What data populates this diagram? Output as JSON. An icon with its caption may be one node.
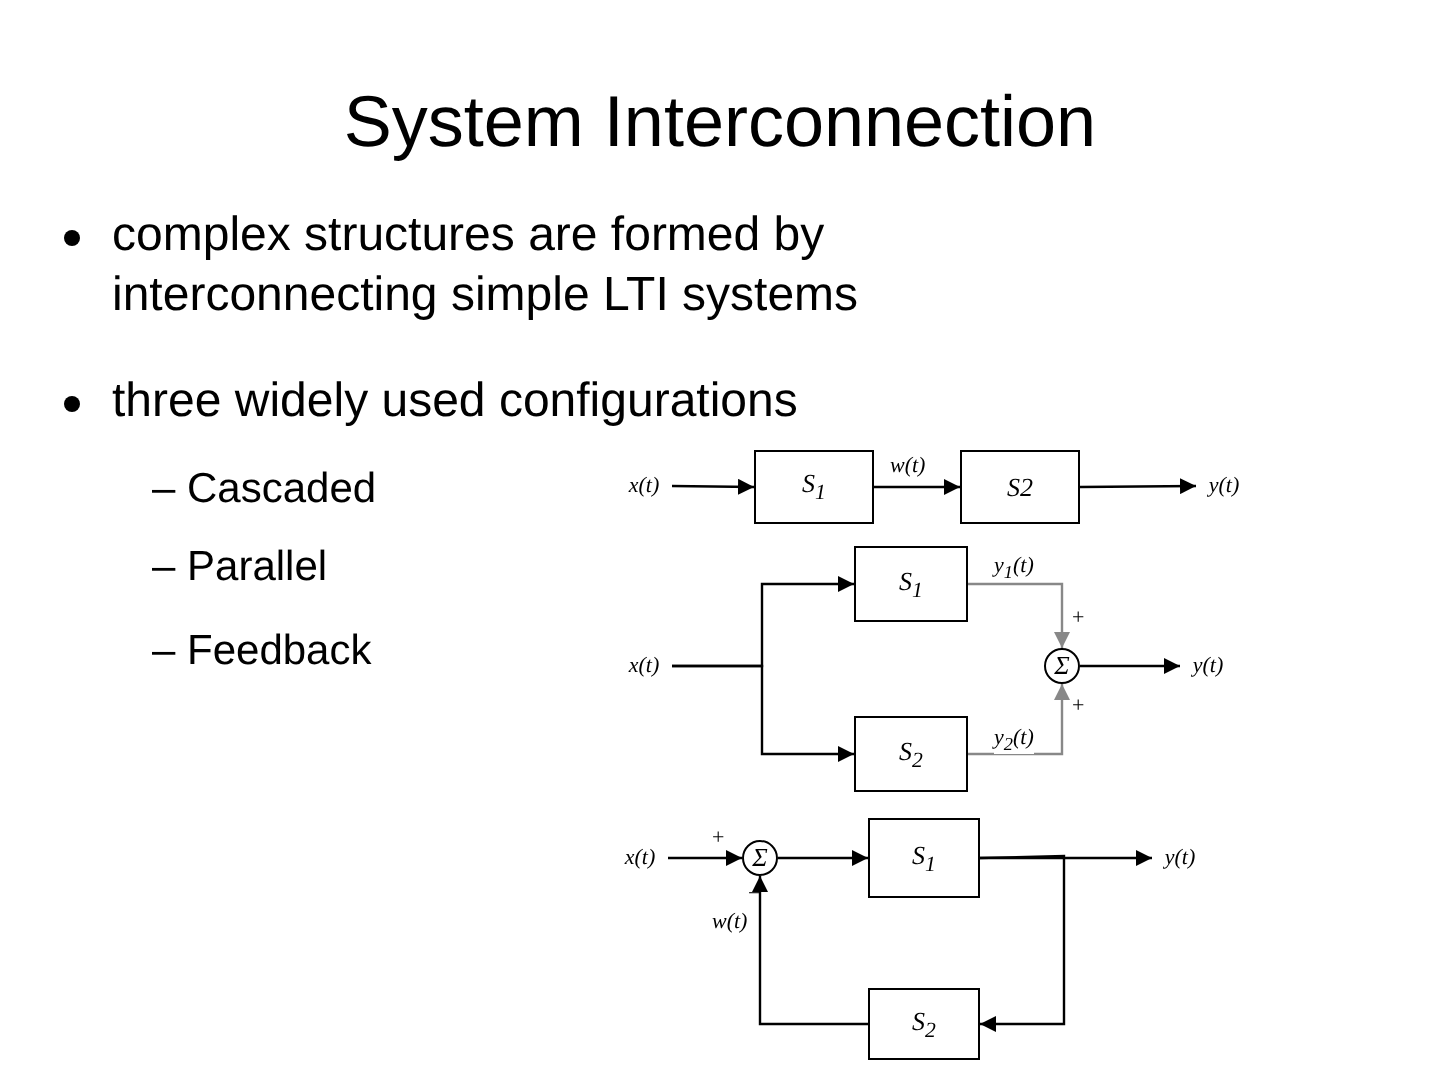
{
  "diagram": {
    "title": "System Interconnection",
    "nodes": [
      {
        "text": [
          "x(t)"
        ]
      },
      {
        "text": [
          "S$_{1}$"
        ]
      },
      {
        "text": [
          "S2"
        ]
      },
      {
        "text": [
          "y(t)"
        ]
      },
      {
        "text": [
          "x(t)"
        ]
      },
      {
        "text": [
          "S$_{1}$"
        ]
      },
      {
        "text": [
          "Σ"
        ]
      },
      {
        "text": [
          "y(t)"
        ]
      },
      {
        "text": [
          "S$_{2}$"
        ]
      },
      {
        "text": [
          "x(t)"
        ]
      },
      {
        "text": [
          "Σ"
        ]
      },
      {
        "text": [
          "S$_{1}$"
        ]
      },
      {
        "text": [
          "y(t)"
        ]
      },
      {
        "text": [
          "S$_{2}$"
        ]
      }
    ],
    "edges": [
      {
        "from": 0,
        "to": 1,
        "arrow": "to"
      },
      {
        "from": 1,
        "to": 2,
        "arrow": "to",
        "label": "w(t)"
      },
      {
        "from": 2,
        "to": 3,
        "arrow": "to"
      },
      {
        "from": 4,
        "to": 5,
        "arrow": "to"
      },
      {
        "from": 4,
        "to": 8,
        "arrow": "to"
      },
      {
        "from": 5,
        "to": 6,
        "arrow": "to",
        "label": "y$_{1}$(t)",
        "color": "#888888"
      },
      {
        "from": 8,
        "to": 6,
        "arrow": "to",
        "label": "y$_{2}$(t)",
        "color": "#888888"
      },
      {
        "from": 6,
        "to": 7,
        "arrow": "to"
      },
      {
        "from": 9,
        "to": 10,
        "arrow": "to"
      },
      {
        "from": 10,
        "to": 11,
        "arrow": "to"
      },
      {
        "from": 11,
        "to": 12,
        "arrow": "to"
      },
      {
        "from": 11,
        "to": 13,
        "arrow": "to"
      },
      {
        "from": 13,
        "to": 10,
        "arrow": "to",
        "label": "w(t)"
      }
    ],
    "labels": [
      "complex structures are formed by interconnecting simple LTI systems",
      "three widely used configurations",
      "– Cascaded",
      "– Parallel",
      "– Feedback",
      "+",
      "+",
      "+",
      "−"
    ]
  }
}
